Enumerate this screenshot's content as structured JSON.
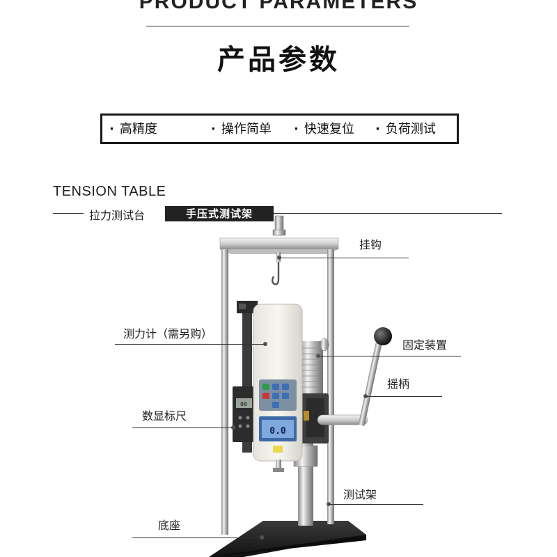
{
  "header": {
    "title_en": "PRODUCT PARAMETERS",
    "title_cn": "产品参数"
  },
  "features": [
    "高精度",
    "操作简单",
    "快速复位",
    "负荷测试"
  ],
  "feature_bullet": "·",
  "section": {
    "title_en": "TENSION TABLE",
    "title_cn": "拉力测试台",
    "tag": "手压式测试架"
  },
  "gauge": {
    "display_top": "00",
    "display_unit": "0.0"
  },
  "callouts": {
    "hook": "挂钩",
    "force_gauge": "测力计（需另购）",
    "fixture": "固定装置",
    "crank": "摇柄",
    "digital_ruler": "数显标尺",
    "test_stand": "测试架",
    "base": "底座"
  }
}
